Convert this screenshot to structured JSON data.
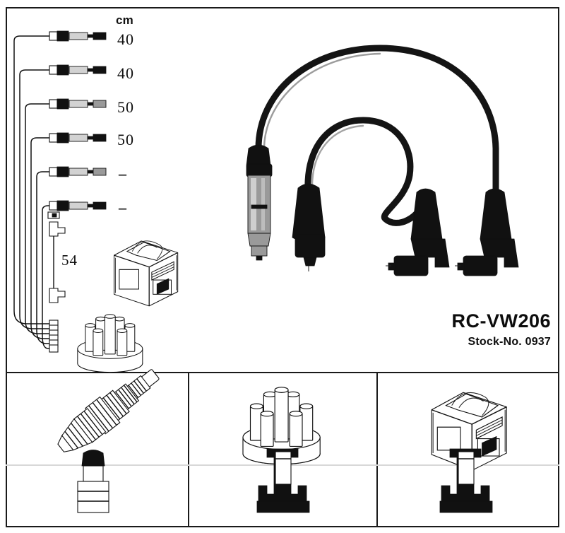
{
  "product": {
    "code": "RC-VW206",
    "stock_label": "Stock-No. 0937"
  },
  "legend": {
    "unit_header": "cm",
    "lengths": [
      "40",
      "40",
      "50",
      "50",
      "–",
      "–"
    ],
    "extra_length": "54"
  },
  "diagram": {
    "title_icons": {
      "spark_plug": "spark-plug-icon",
      "distributor_cap": "distributor-cap-icon",
      "ignition_coil": "ignition-coil-icon",
      "plug_boot": "plug-boot-icon",
      "terminal_boot": "terminal-boot-icon"
    },
    "cable_rows": 6,
    "harness_connectors": 6
  },
  "bottom_panels": [
    {
      "name": "spark-plug-panel",
      "top_icon": "spark-plug-icon",
      "bottom_icon": "plug-boot-icon"
    },
    {
      "name": "distributor-cap-panel",
      "top_icon": "distributor-cap-icon",
      "bottom_icon": "terminal-boot-icon"
    },
    {
      "name": "ignition-coil-panel",
      "top_icon": "ignition-coil-icon",
      "bottom_icon": "terminal-boot-icon"
    }
  ],
  "colors": {
    "ink": "#111111",
    "cable": "#141414",
    "metal": "#9a9a9a",
    "rule": "#1a1a1a",
    "rule_light": "#d8d8d8"
  }
}
